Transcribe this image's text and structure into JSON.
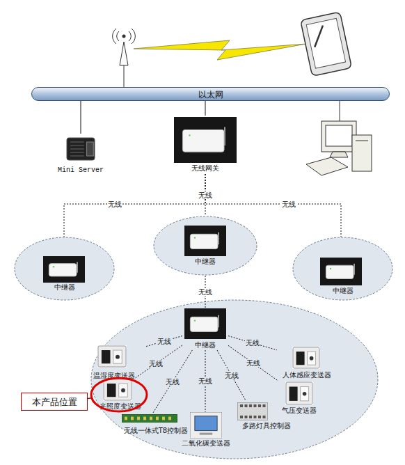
{
  "diagram": {
    "nodes": [
      {
        "text": [
          "以太网"
        ]
      },
      {
        "text": [
          "Mini Server"
        ]
      },
      {
        "text": [
          "无线网关"
        ]
      },
      {
        "text": [
          "中继器"
        ]
      },
      {
        "text": [
          "中继器"
        ]
      },
      {
        "text": [
          "中继器"
        ]
      },
      {
        "text": [
          "中继器"
        ]
      },
      {
        "text": [
          "温湿度变送器"
        ]
      },
      {
        "text": [
          "光照度变送器"
        ]
      },
      {
        "text": [
          "无线一体式T8控制器"
        ]
      },
      {
        "text": [
          "二氧化碳变送器"
        ]
      },
      {
        "text": [
          "多路灯具控制器"
        ]
      },
      {
        "text": [
          "气压变送器"
        ]
      },
      {
        "text": [
          "人体感应变送器"
        ]
      },
      {
        "text": [
          "本产品位置"
        ]
      }
    ],
    "edges": [
      {
        "from": 1,
        "to": 0,
        "arrow": "none"
      },
      {
        "from": 2,
        "to": 0,
        "arrow": "none"
      },
      {
        "from": 2,
        "to": 3,
        "label": "无线",
        "arrow": "none"
      },
      {
        "from": 2,
        "to": 4,
        "label": "无线",
        "arrow": "none"
      },
      {
        "from": 2,
        "to": 5,
        "label": "无线",
        "arrow": "none"
      },
      {
        "from": 4,
        "to": 6,
        "label": "无线",
        "arrow": "none"
      },
      {
        "from": 6,
        "to": 7,
        "label": "无线",
        "arrow": "none"
      },
      {
        "from": 6,
        "to": 8,
        "label": "无线",
        "arrow": "none"
      },
      {
        "from": 6,
        "to": 9,
        "label": "无线",
        "arrow": "none"
      },
      {
        "from": 6,
        "to": 10,
        "label": "无线",
        "arrow": "none"
      },
      {
        "from": 6,
        "to": 11,
        "label": "无线",
        "arrow": "none"
      },
      {
        "from": 6,
        "to": 12,
        "label": "无线",
        "arrow": "none"
      },
      {
        "from": 6,
        "to": 13,
        "label": "无线",
        "arrow": "none"
      },
      {
        "from": 14,
        "to": 8,
        "arrow": "none"
      }
    ]
  }
}
